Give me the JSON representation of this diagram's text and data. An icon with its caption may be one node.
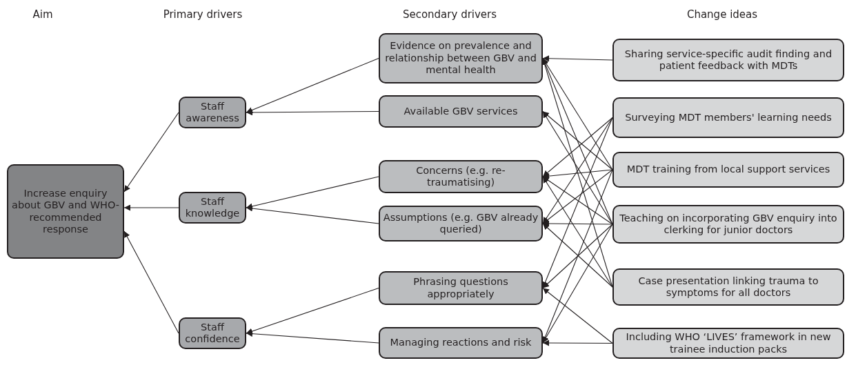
{
  "diagram": {
    "nodes": [
      {
        "text": [
          "Increase enquiry about GBV and WHO-recommended response"
        ]
      },
      {
        "text": [
          "Staff awareness"
        ]
      },
      {
        "text": [
          "Staff knowledge"
        ]
      },
      {
        "text": [
          "Staff confidence"
        ]
      },
      {
        "text": [
          "Evidence on prevalence and relationship between GBV and mental health"
        ]
      },
      {
        "text": [
          "Available GBV services"
        ]
      },
      {
        "text": [
          "Concerns (e.g. re-traumatising)"
        ]
      },
      {
        "text": [
          "Assumptions (e.g. GBV already queried)"
        ]
      },
      {
        "text": [
          "Phrasing questions appropriately"
        ]
      },
      {
        "text": [
          "Managing reactions and risk"
        ]
      },
      {
        "text": [
          "Sharing service-specific audit finding and patient feedback with MDTs"
        ]
      },
      {
        "text": [
          "Surveying MDT members' learning needs"
        ]
      },
      {
        "text": [
          "MDT training from local support services"
        ]
      },
      {
        "text": [
          "Teaching on incorporating GBV enquiry into clerking for junior doctors"
        ]
      },
      {
        "text": [
          "Case presentation linking trauma to symptoms for all doctors"
        ]
      },
      {
        "text": [
          "Including WHO ‘LIVES’ framework in new trainee induction packs"
        ]
      }
    ],
    "edges": [
      {
        "from": 1,
        "to": 0,
        "arrow": "to"
      },
      {
        "from": 2,
        "to": 0,
        "arrow": "to"
      },
      {
        "from": 3,
        "to": 0,
        "arrow": "to"
      },
      {
        "from": 4,
        "to": 1,
        "arrow": "to"
      },
      {
        "from": 5,
        "to": 1,
        "arrow": "to"
      },
      {
        "from": 6,
        "to": 2,
        "arrow": "to"
      },
      {
        "from": 7,
        "to": 2,
        "arrow": "to"
      },
      {
        "from": 8,
        "to": 3,
        "arrow": "to"
      },
      {
        "from": 9,
        "to": 3,
        "arrow": "to"
      },
      {
        "from": 10,
        "to": 4,
        "arrow": "to"
      },
      {
        "from": 12,
        "to": 4,
        "arrow": "to"
      },
      {
        "from": 13,
        "to": 4,
        "arrow": "to"
      },
      {
        "from": 14,
        "to": 4,
        "arrow": "to"
      },
      {
        "from": 12,
        "to": 5,
        "arrow": "to"
      },
      {
        "from": 13,
        "to": 5,
        "arrow": "to"
      },
      {
        "from": 11,
        "to": 6,
        "arrow": "to"
      },
      {
        "from": 12,
        "to": 6,
        "arrow": "to"
      },
      {
        "from": 13,
        "to": 6,
        "arrow": "to"
      },
      {
        "from": 14,
        "to": 6,
        "arrow": "to"
      },
      {
        "from": 11,
        "to": 7,
        "arrow": "to"
      },
      {
        "from": 12,
        "to": 7,
        "arrow": "to"
      },
      {
        "from": 13,
        "to": 7,
        "arrow": "to"
      },
      {
        "from": 14,
        "to": 7,
        "arrow": "to"
      },
      {
        "from": 11,
        "to": 8,
        "arrow": "to"
      },
      {
        "from": 13,
        "to": 8,
        "arrow": "to"
      },
      {
        "from": 15,
        "to": 8,
        "arrow": "to"
      },
      {
        "from": 12,
        "to": 9,
        "arrow": "to"
      },
      {
        "from": 13,
        "to": 9,
        "arrow": "to"
      },
      {
        "from": 15,
        "to": 9,
        "arrow": "to"
      }
    ],
    "labels": [
      "Aim",
      "Primary drivers",
      "Secondary drivers",
      "Change ideas"
    ]
  }
}
